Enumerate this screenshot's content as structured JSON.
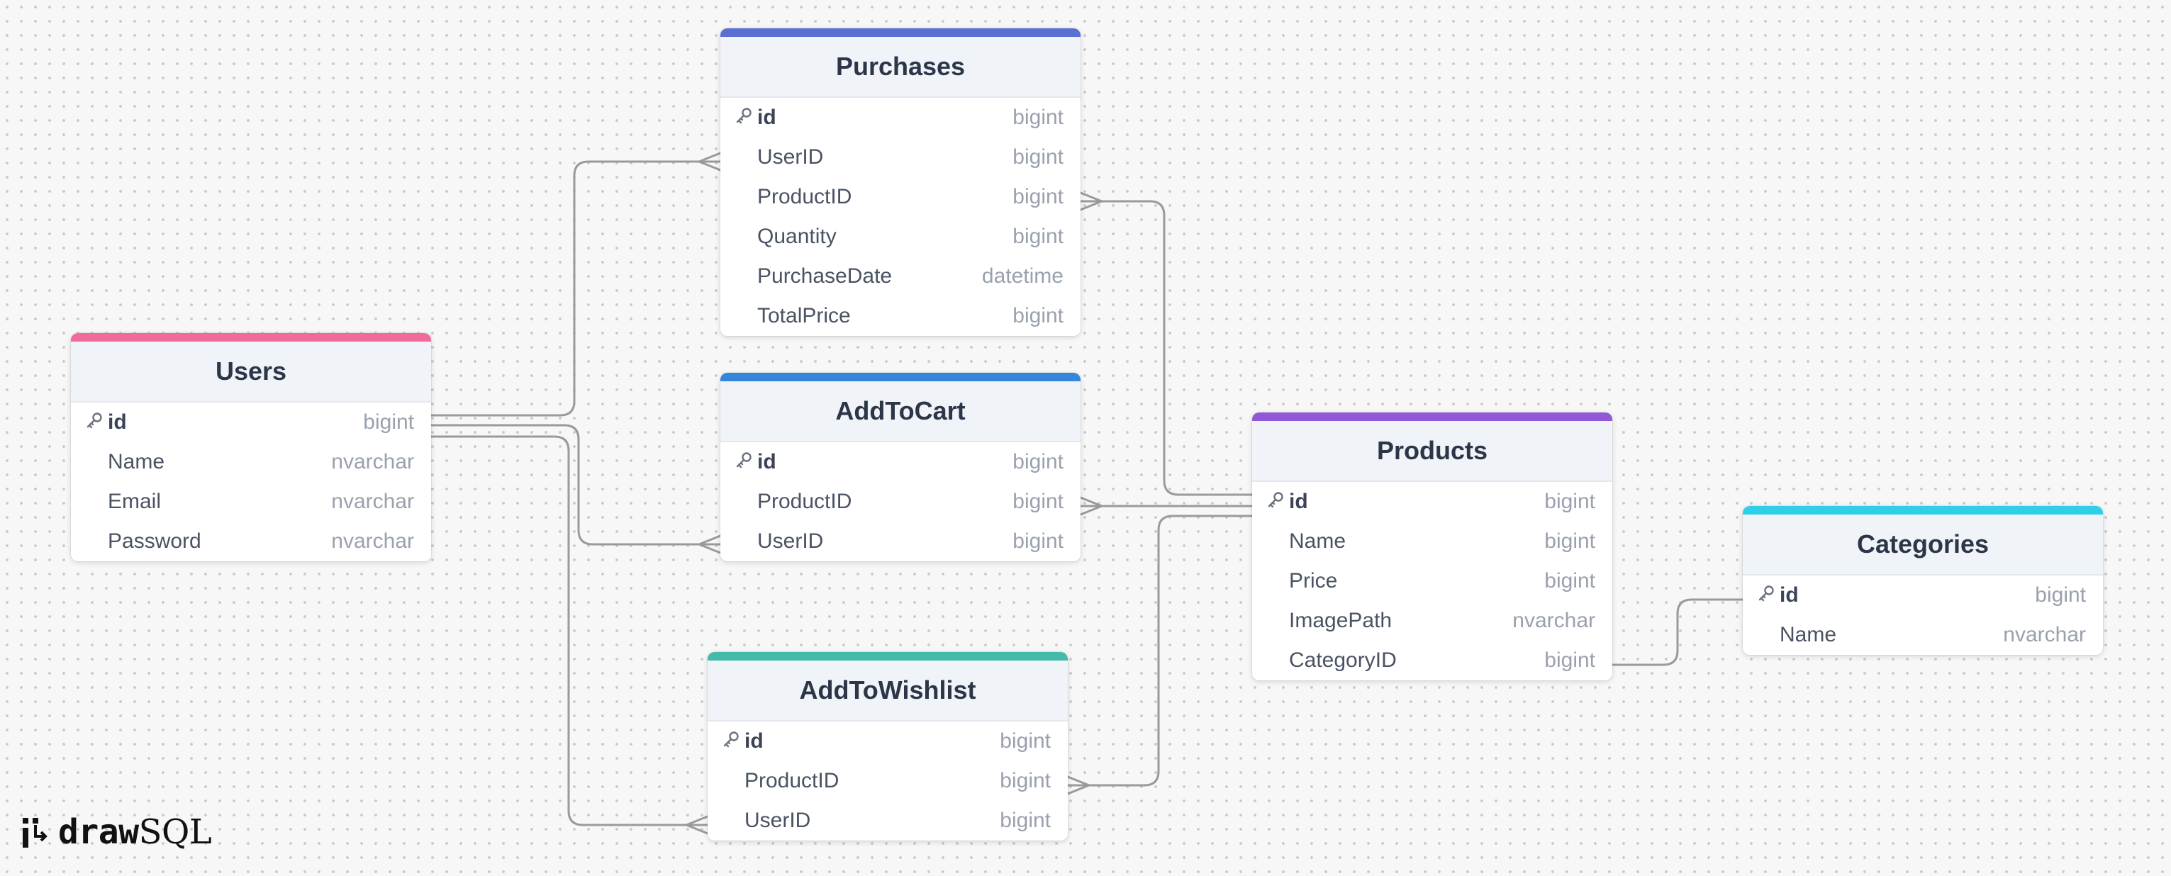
{
  "tables": {
    "purchases": {
      "title": "Purchases",
      "accent": "#5b6fd1",
      "columns": [
        {
          "name": "id",
          "type": "bigint",
          "pk": true
        },
        {
          "name": "UserID",
          "type": "bigint"
        },
        {
          "name": "ProductID",
          "type": "bigint"
        },
        {
          "name": "Quantity",
          "type": "bigint"
        },
        {
          "name": "PurchaseDate",
          "type": "datetime"
        },
        {
          "name": "TotalPrice",
          "type": "bigint"
        }
      ]
    },
    "users": {
      "title": "Users",
      "accent": "#f06b99",
      "columns": [
        {
          "name": "id",
          "type": "bigint",
          "pk": true
        },
        {
          "name": "Name",
          "type": "nvarchar"
        },
        {
          "name": "Email",
          "type": "nvarchar"
        },
        {
          "name": "Password",
          "type": "nvarchar"
        }
      ]
    },
    "addtocart": {
      "title": "AddToCart",
      "accent": "#3485db",
      "columns": [
        {
          "name": "id",
          "type": "bigint",
          "pk": true
        },
        {
          "name": "ProductID",
          "type": "bigint"
        },
        {
          "name": "UserID",
          "type": "bigint"
        }
      ]
    },
    "products": {
      "title": "Products",
      "accent": "#9057d6",
      "columns": [
        {
          "name": "id",
          "type": "bigint",
          "pk": true
        },
        {
          "name": "Name",
          "type": "bigint"
        },
        {
          "name": "Price",
          "type": "bigint"
        },
        {
          "name": "ImagePath",
          "type": "nvarchar"
        },
        {
          "name": "CategoryID",
          "type": "bigint"
        }
      ]
    },
    "categories": {
      "title": "Categories",
      "accent": "#2fcfe8",
      "columns": [
        {
          "name": "id",
          "type": "bigint",
          "pk": true
        },
        {
          "name": "Name",
          "type": "nvarchar"
        }
      ]
    },
    "addtowishlist": {
      "title": "AddToWishlist",
      "accent": "#44bba9",
      "columns": [
        {
          "name": "id",
          "type": "bigint",
          "pk": true
        },
        {
          "name": "ProductID",
          "type": "bigint"
        },
        {
          "name": "UserID",
          "type": "bigint"
        }
      ]
    }
  },
  "relationships": [
    {
      "from": "users.id",
      "to": "purchases.UserID",
      "cardinality": "one-to-many"
    },
    {
      "from": "users.id",
      "to": "addtocart.UserID",
      "cardinality": "one-to-many"
    },
    {
      "from": "users.id",
      "to": "addtowishlist.UserID",
      "cardinality": "one-to-many"
    },
    {
      "from": "products.id",
      "to": "purchases.ProductID",
      "cardinality": "one-to-many"
    },
    {
      "from": "products.id",
      "to": "addtocart.ProductID",
      "cardinality": "one-to-many"
    },
    {
      "from": "products.id",
      "to": "addtowishlist.ProductID",
      "cardinality": "one-to-many"
    },
    {
      "from": "categories.id",
      "to": "products.CategoryID",
      "cardinality": "one-to-many"
    }
  ],
  "colors": {
    "connector": "#9a9a9a",
    "key_icon": "#6b7280"
  },
  "brand": {
    "draw": "draw",
    "sql": "SQL",
    "logo_icon": "drawsql-logo-icon"
  }
}
